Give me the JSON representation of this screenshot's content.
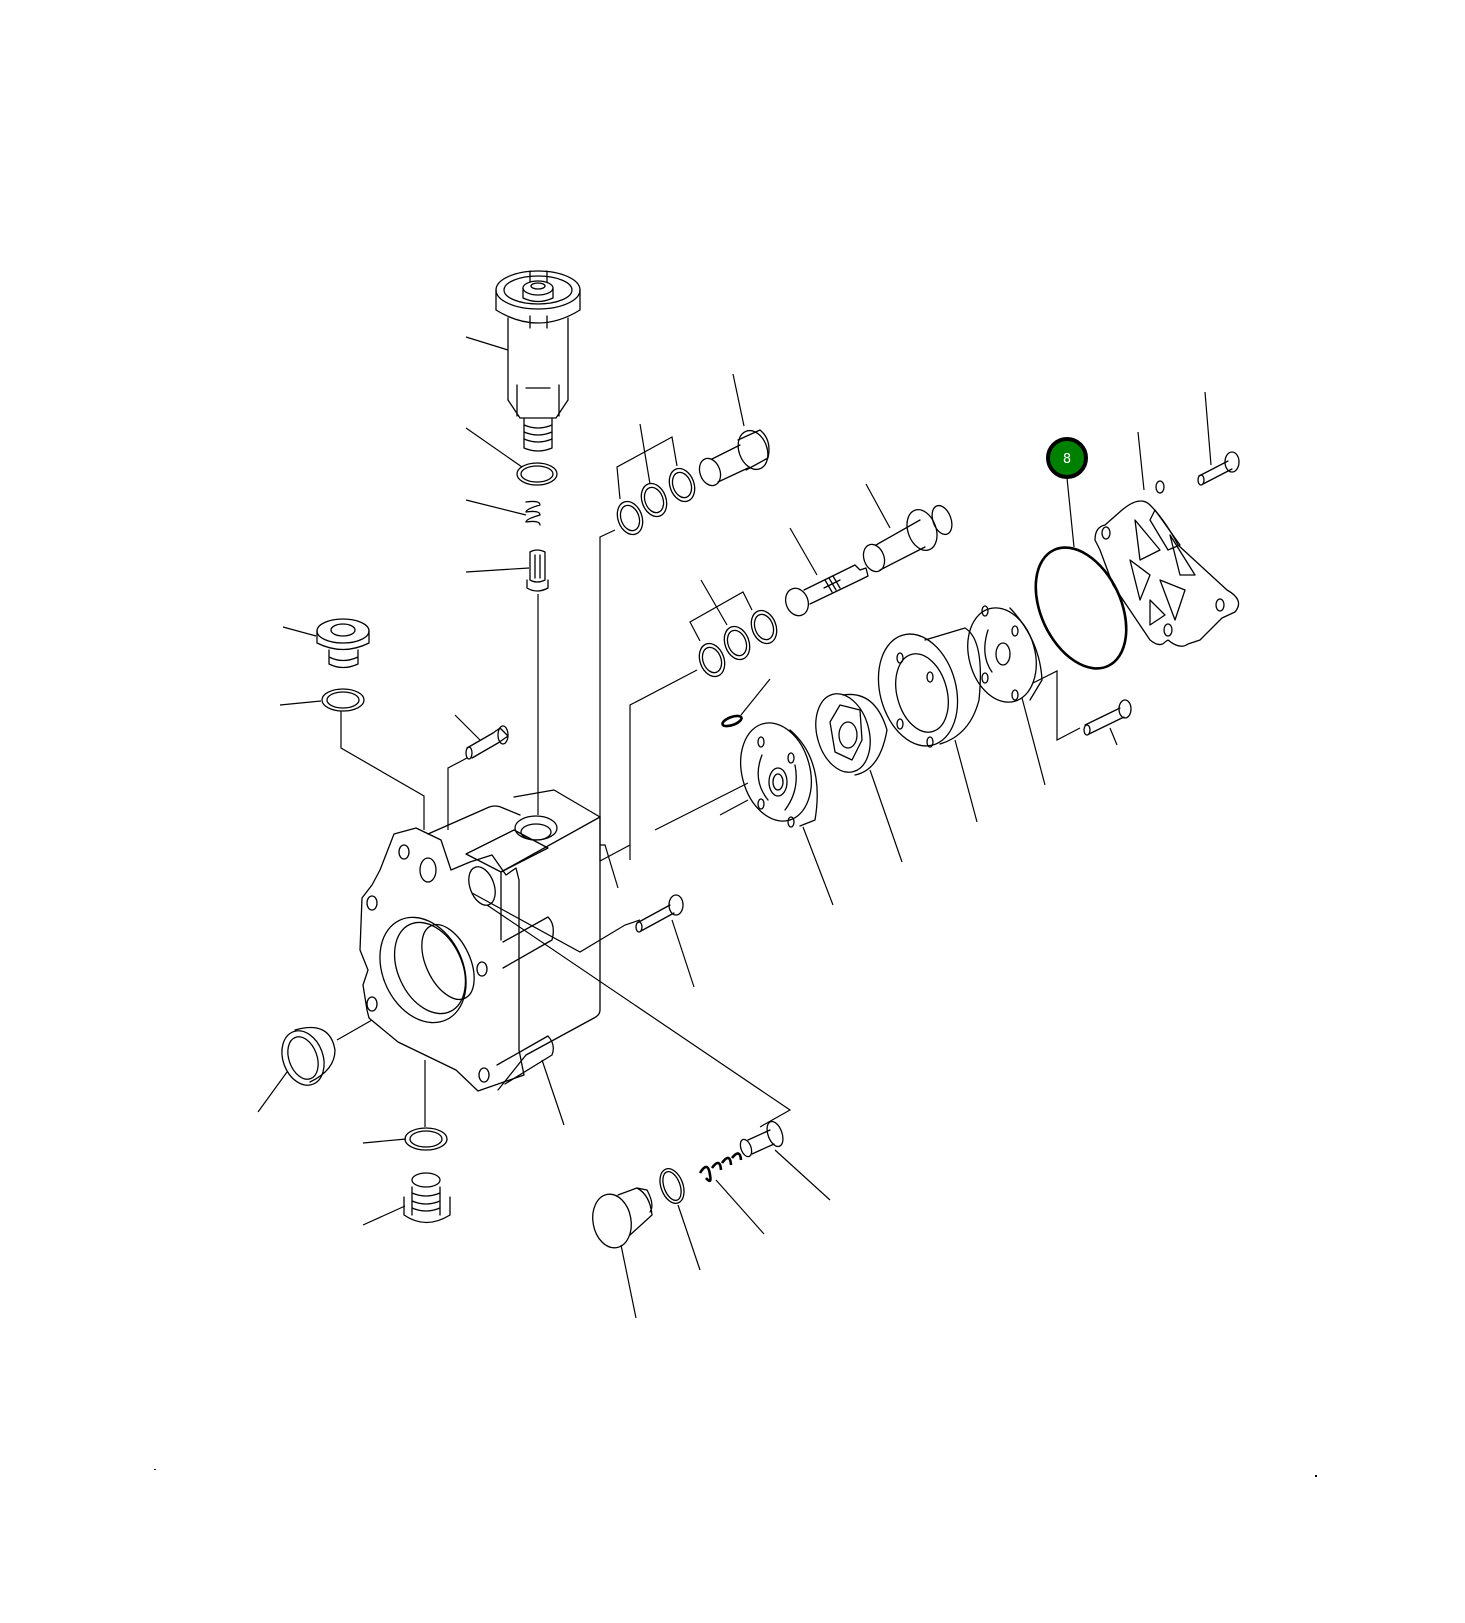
{
  "diagram": {
    "type": "exploded-parts-view",
    "subject": "pump housing assembly",
    "background": "#ffffff",
    "line_color": "#000000"
  },
  "callouts": [
    {
      "label": "8",
      "fill_color": "#008000",
      "border_color": "#000000",
      "text_color": "#ffffff",
      "points_to": "o-ring"
    }
  ]
}
